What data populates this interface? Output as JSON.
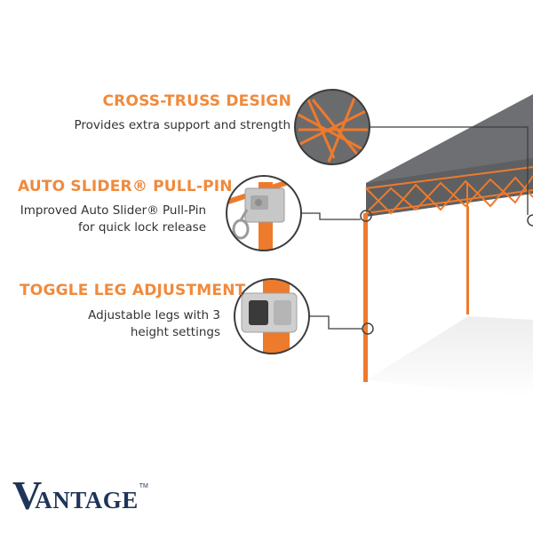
{
  "colors": {
    "accent": "#f08a3c",
    "frame": "#ee7a2c",
    "canopy": "#6e6f72",
    "text": "#333333",
    "logo": "#1f3458"
  },
  "features": [
    {
      "title": "CROSS-TRUSS DESIGN",
      "lines": [
        "Provides extra support and strength"
      ],
      "icon": "cross-truss-icon"
    },
    {
      "title": "AUTO SLIDER® PULL-PIN",
      "lines": [
        "Improved Auto Slider® Pull-Pin",
        "for quick lock release"
      ],
      "icon": "pull-pin-icon"
    },
    {
      "title": "TOGGLE LEG ADJUSTMENT",
      "lines": [
        "Adjustable legs with 3",
        "height settings"
      ],
      "icon": "toggle-leg-icon"
    }
  ],
  "logo": {
    "initial": "V",
    "rest": "ANTAGE",
    "tm": "TM"
  }
}
